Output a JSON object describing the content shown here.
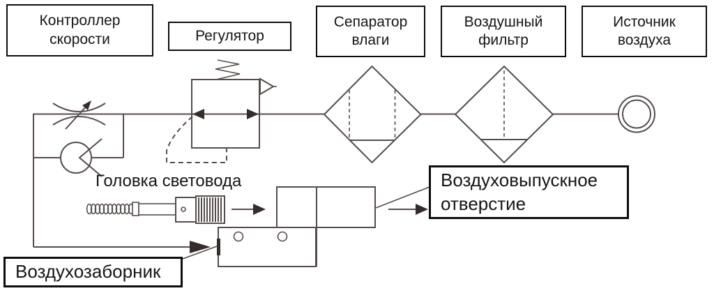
{
  "diagram": {
    "type": "pneumatic-air-supply-schematic",
    "labels": {
      "speed_controller": "Контроллер скорости",
      "regulator": "Регулятор",
      "moisture_separator": "Сепаратор влаги",
      "air_filter": "Воздушный фильтр",
      "air_source": "Источник воздуха",
      "light_guide_head": "Головка световода",
      "air_outlet": "Воздуховыпускное отверстие",
      "air_intake": "Воздухозаборник"
    },
    "components": [
      "speed-controller-valve",
      "check-valve",
      "pressure-regulator",
      "moisture-separator",
      "air-filter",
      "air-source",
      "light-guide-head",
      "handpiece-body",
      "air-intake-port",
      "air-outlet-port"
    ]
  },
  "colors": {
    "line": "#564c4c",
    "arrow": "#352c2c",
    "text": "#151515",
    "border": "#0d0d0d",
    "bg": "#ffffff"
  }
}
